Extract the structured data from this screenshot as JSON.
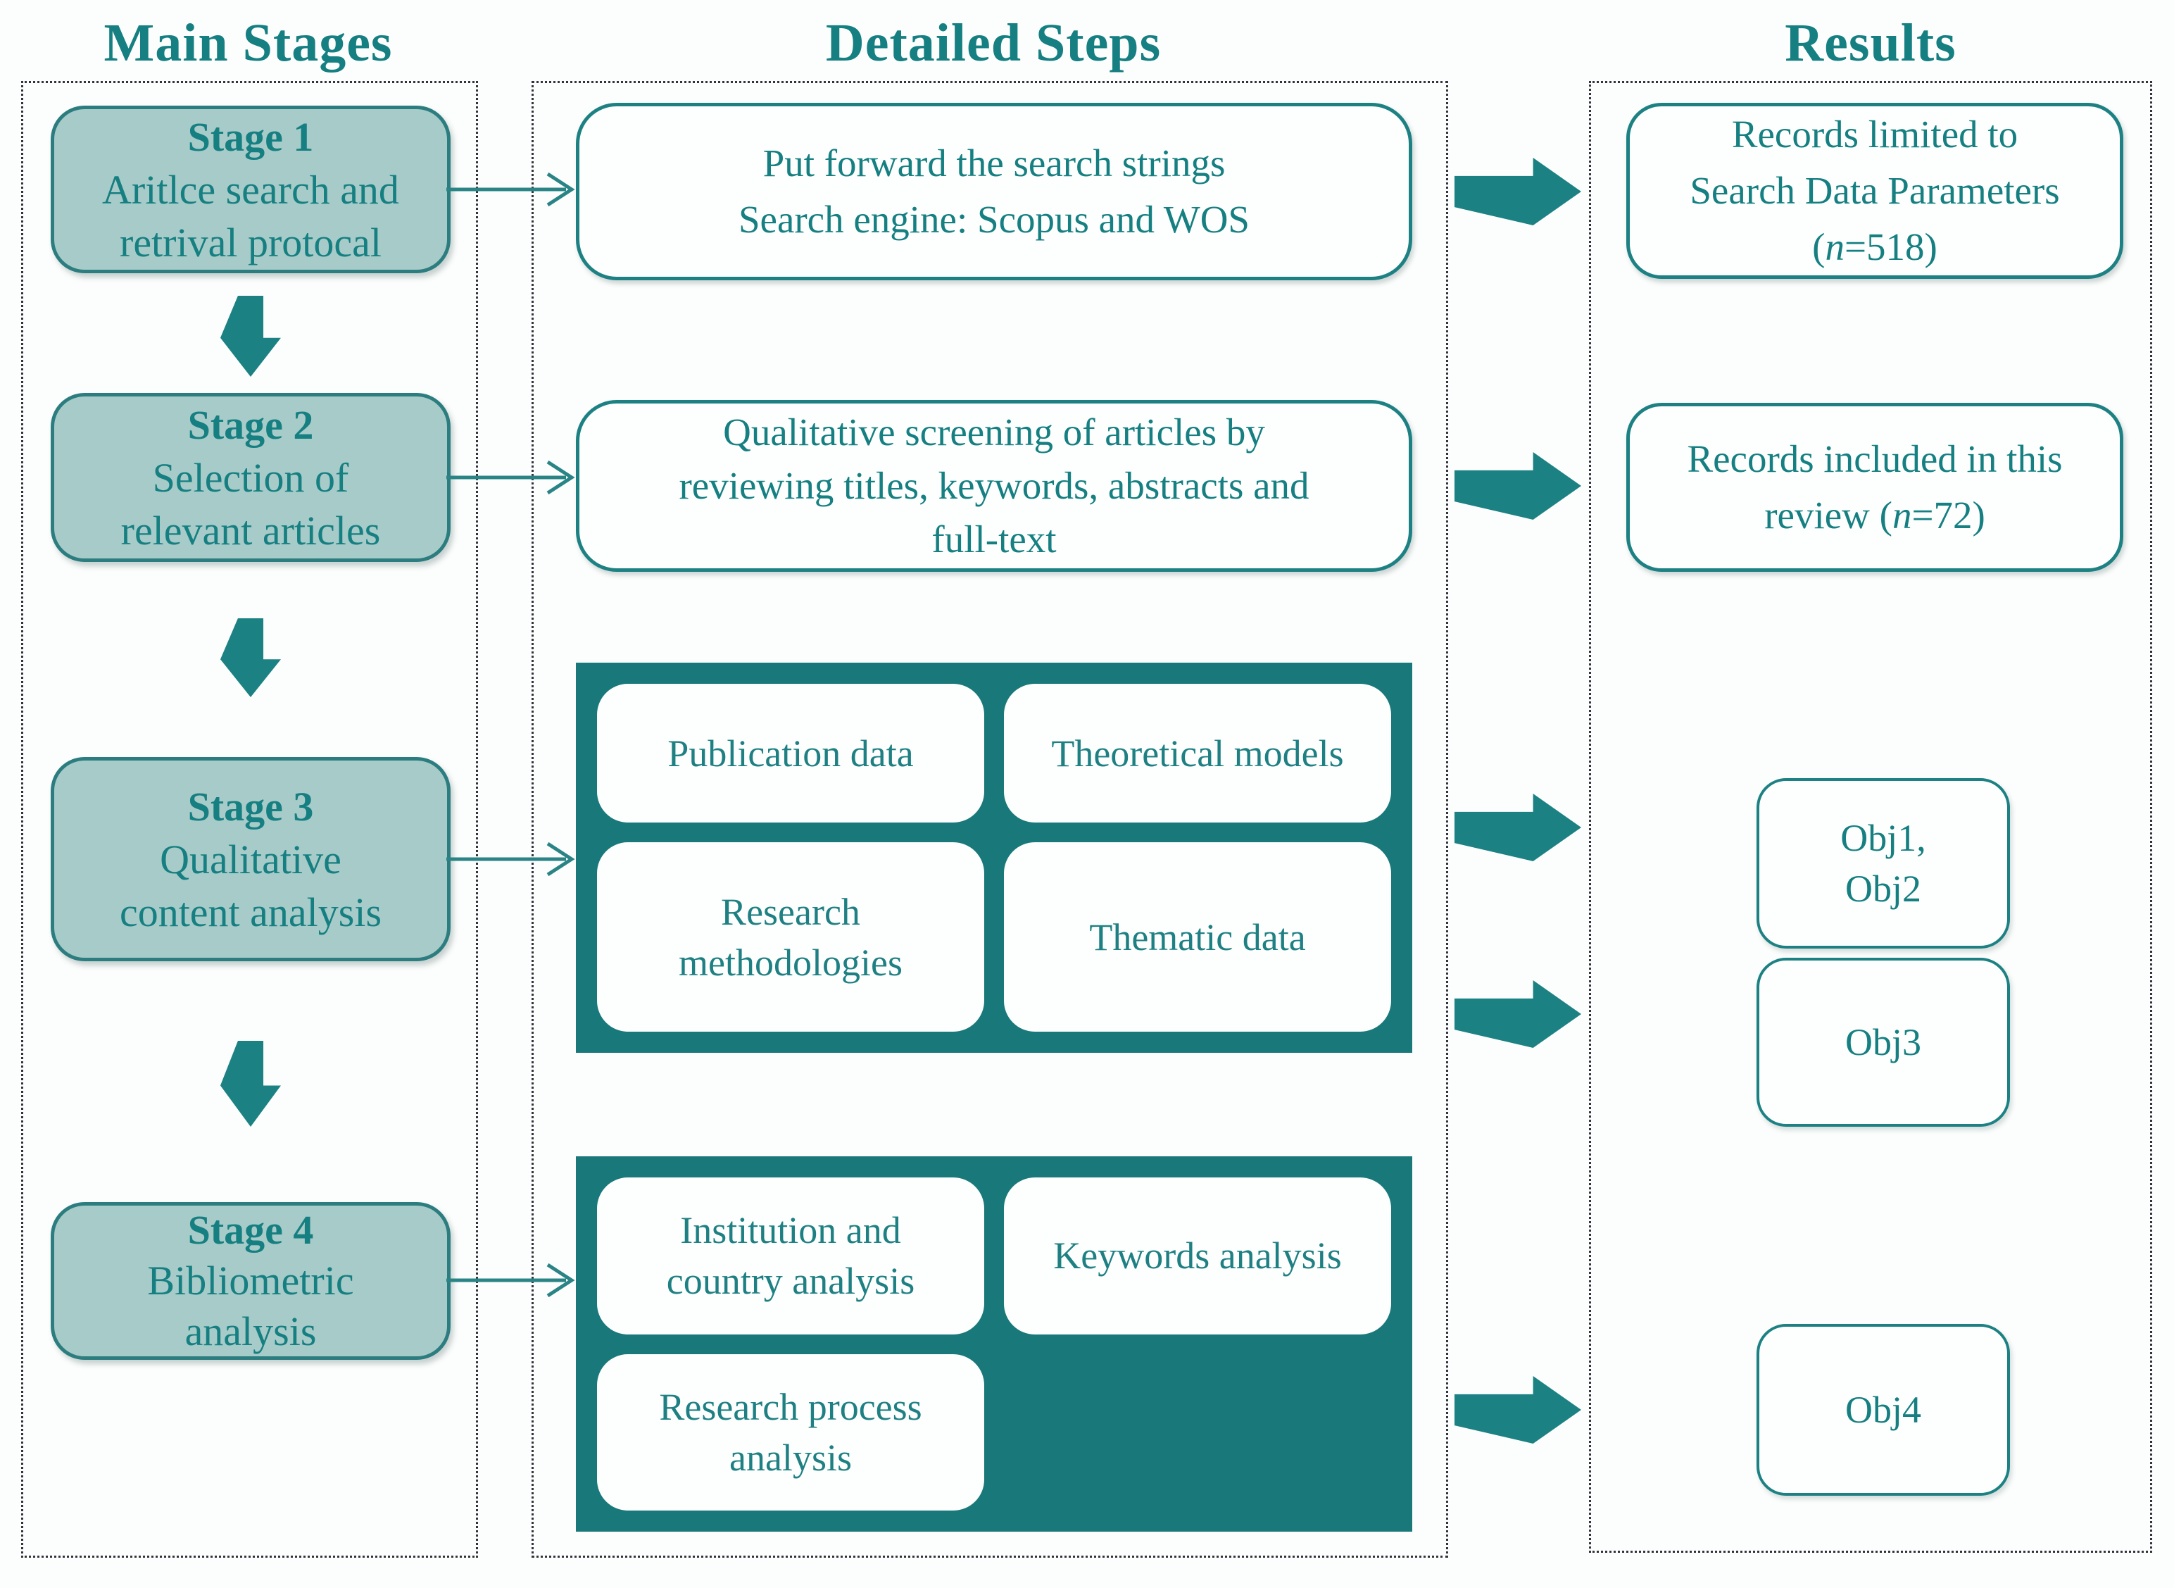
{
  "headers": {
    "main_stages": "Main Stages",
    "detailed_steps": "Detailed Steps",
    "results": "Results"
  },
  "main_stages": {
    "stages": [
      {
        "title": "Stage 1",
        "line1": "Aritlce search and",
        "line2": "retrival protocal"
      },
      {
        "title": "Stage 2",
        "line1": "Selection of",
        "line2": "relevant articles"
      },
      {
        "title": "Stage 3",
        "line1": "Qualitative",
        "line2": "content analysis"
      },
      {
        "title": "Stage 4",
        "line1": "Bibliometric",
        "line2": "analysis"
      }
    ]
  },
  "detailed_steps": {
    "step1": {
      "line1": "Put forward the search strings",
      "line2": "Search engine: Scopus and WOS"
    },
    "step2": {
      "line1": "Qualitative screening of articles by",
      "line2": "reviewing titles, keywords, abstracts and",
      "line3": "full-text"
    },
    "content_analysis_items": [
      "Publication data",
      "Theoretical models",
      "Research methodologies",
      "Thematic data"
    ],
    "bibliometric_items": [
      "Institution and country analysis",
      "Keywords analysis",
      "Research process analysis"
    ]
  },
  "results": {
    "records_limited": {
      "line1": "Records limited to",
      "line2": "Search Data Parameters",
      "line3_prefix": "(",
      "line3_var": "n",
      "line3_suffix": "=518)"
    },
    "records_included": {
      "line1": "Records included in this",
      "line2_prefix": "review (",
      "line2_var": "n",
      "line2_suffix": "=72)"
    },
    "objectives": [
      {
        "line1": "Obj1,",
        "line2": "Obj2"
      },
      {
        "line1": "Obj3"
      },
      {
        "line1": "Obj4"
      }
    ]
  },
  "colors": {
    "teal_text": "#157f81",
    "teal_border": "#1d8183",
    "teal_block_fill": "#19787a",
    "arrow_fill": "#1b8183",
    "stage_box_fill": "#a7cbc8",
    "dotted_border": "#33333b",
    "box_background": "#fdfffe"
  }
}
